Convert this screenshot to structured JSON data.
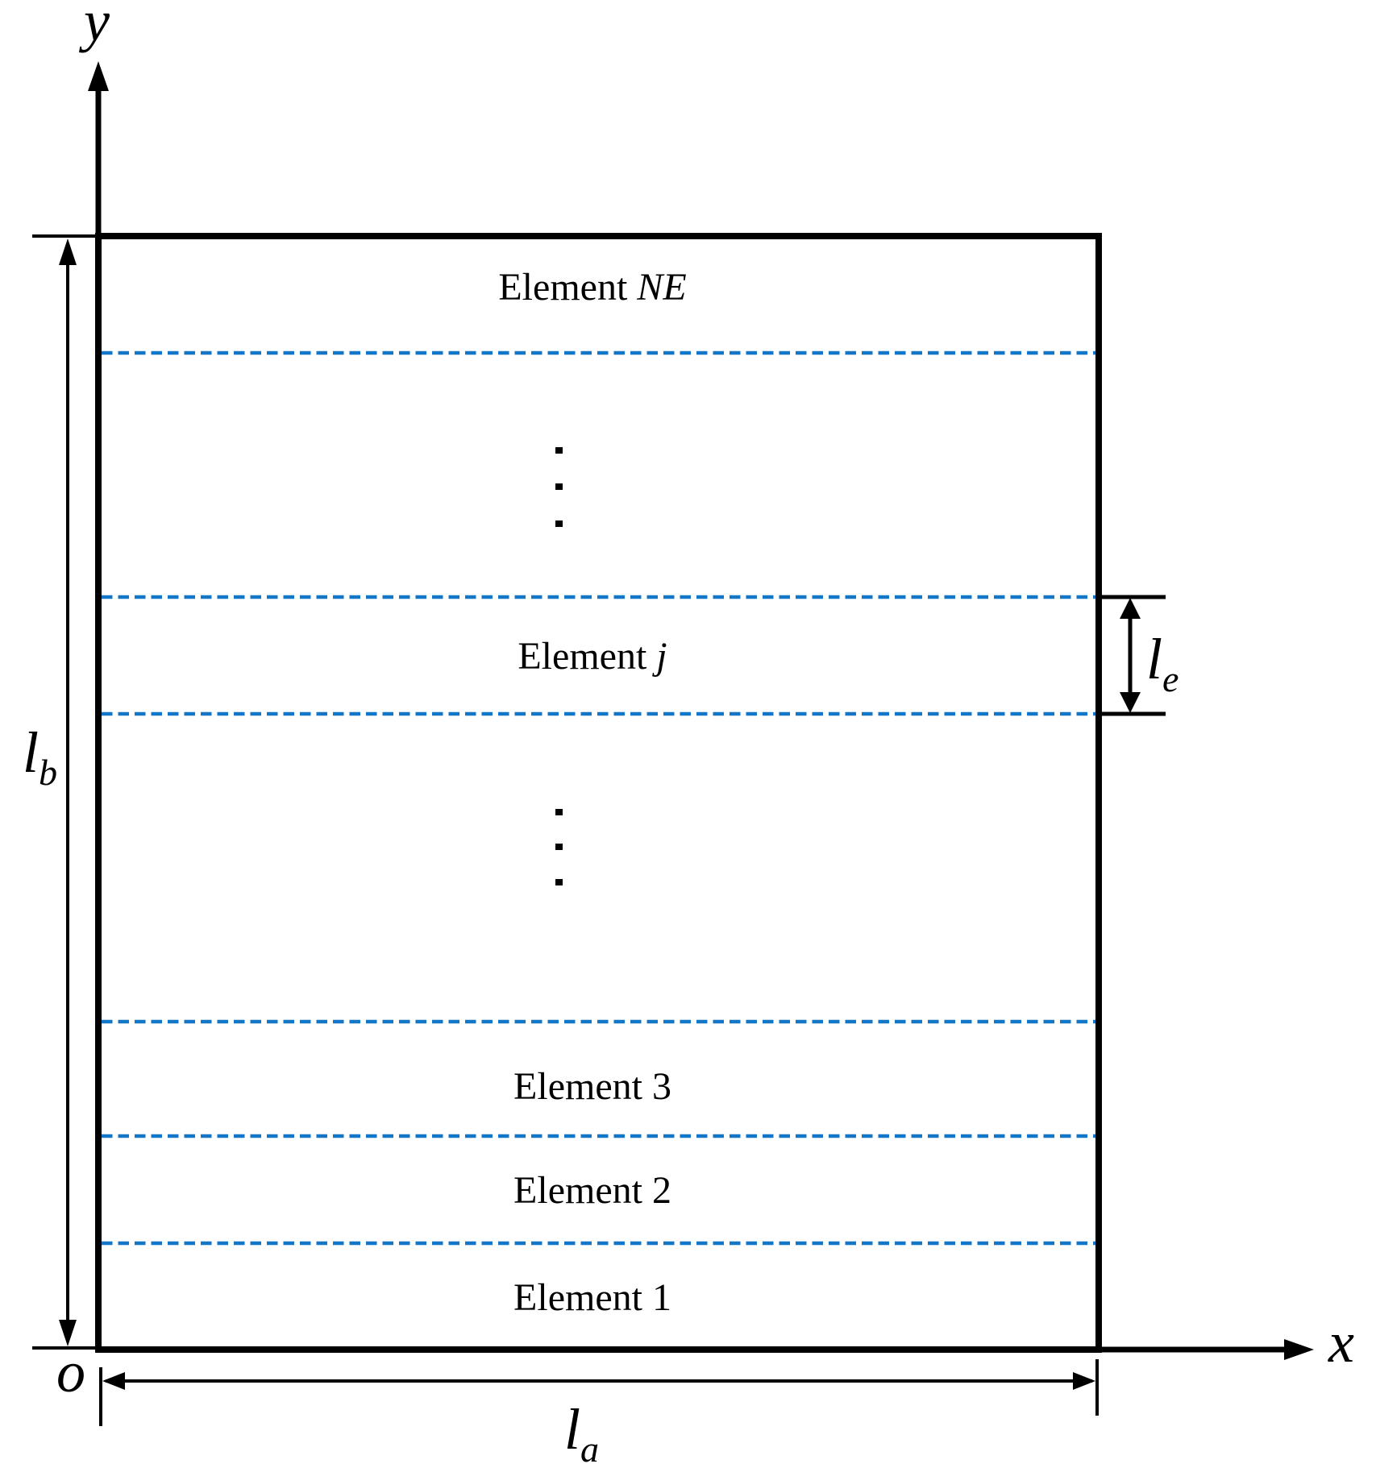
{
  "figure": {
    "description": "Rectangular plate divided into horizontal finite elements along y direction"
  },
  "axes": {
    "y_label": "y",
    "x_label": "x",
    "origin_label": "o"
  },
  "plate": {
    "element_labels": [
      {
        "prefix": "Element",
        "index": "NE"
      },
      {
        "prefix": "Element",
        "index": "j"
      },
      {
        "prefix": "Element",
        "index": "3"
      },
      {
        "prefix": "Element",
        "index": "2"
      },
      {
        "prefix": "Element",
        "index": "1"
      }
    ],
    "divider_count": 6,
    "ellipsis_groups": 2,
    "dots_per_group": 3
  },
  "dimensions": {
    "plate_width": {
      "symbol": "l",
      "subscript": "a"
    },
    "plate_height": {
      "symbol": "l",
      "subscript": "b"
    },
    "element_height": {
      "symbol": "l",
      "subscript": "e"
    }
  },
  "colors": {
    "divider": "#1476c6",
    "ink": "#000000",
    "background": "#ffffff"
  }
}
